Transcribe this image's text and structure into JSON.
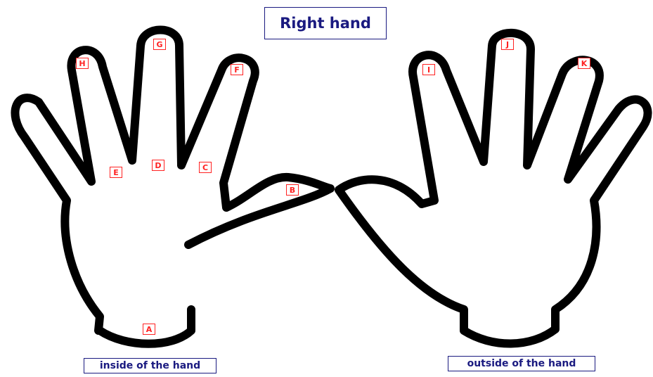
{
  "title": "Right hand",
  "captions": {
    "inside": "inside of the hand",
    "outside": "outside of the hand"
  },
  "points": {
    "A": "A",
    "B": "B",
    "C": "C",
    "D": "D",
    "E": "E",
    "F": "F",
    "G": "G",
    "H": "H",
    "I": "I",
    "J": "J",
    "K": "K"
  },
  "colors": {
    "outline": "#000000",
    "title_text": "#1a1a80",
    "marker": "#ff2222"
  }
}
